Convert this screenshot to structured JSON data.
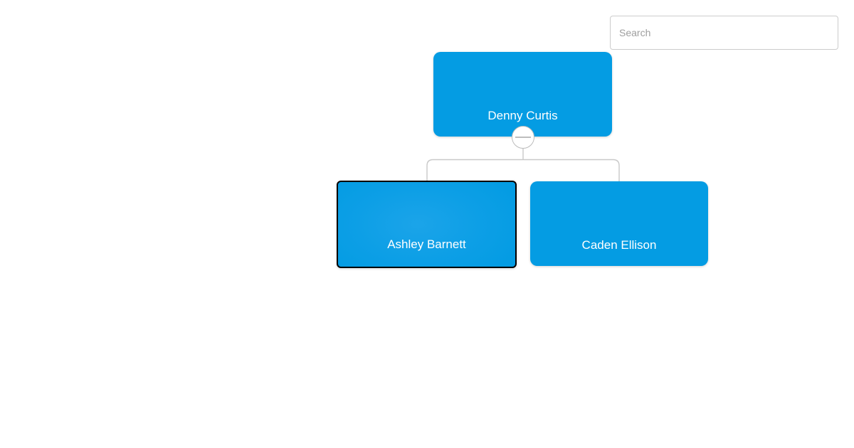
{
  "app": {
    "search": {
      "placeholder": "Search"
    }
  },
  "org_chart": {
    "type": "tree-diagram",
    "nodes": [
      {
        "name": "Denny Curtis",
        "parent": null,
        "selected": false,
        "expanded": true
      },
      {
        "name": "Ashley Barnett",
        "parent": "Denny Curtis",
        "selected": true
      },
      {
        "name": "Caden Ellison",
        "parent": "Denny Curtis",
        "selected": false
      }
    ],
    "icons": {
      "collapse_toggle": "minus-circle"
    },
    "colors": {
      "node_fill": "#049CE3",
      "node_text": "#FFFFFF",
      "selected_node_border": "#000000",
      "selected_node_highlight": "#1BA4E9",
      "connector": "#C9C9C9",
      "toggle_border": "#BBBBBB",
      "background": "#FFFFFF"
    }
  }
}
